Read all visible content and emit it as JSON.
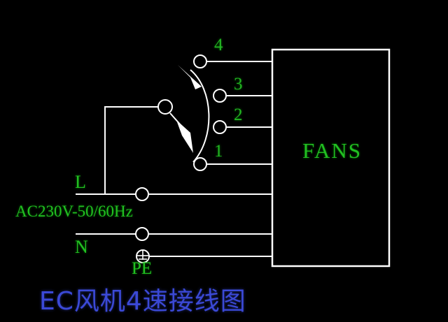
{
  "diagram": {
    "title": "EC风机4速接线图",
    "title_color": "#3b49d6",
    "background_color": "#000000",
    "wire_color": "#ffffff",
    "label_color": "#22c022",
    "load_box": {
      "label": "FANS"
    },
    "supply": {
      "rating_label": "AC230V-50/60Hz",
      "line_label": "L",
      "neutral_label": "N",
      "ground_label": "PE",
      "ground_icon": "earth-ground-icon"
    },
    "selector_switch": {
      "type": "rotary-4-position-selector",
      "pivot_icon": "switch-pivot-icon",
      "blade_icon": "switch-blade-icon",
      "rotation_icon": "rotation-arc-arrow-icon",
      "selected_position": "1",
      "positions": [
        {
          "label": "4",
          "terminal_icon": "terminal-node-icon"
        },
        {
          "label": "3",
          "terminal_icon": "terminal-node-icon"
        },
        {
          "label": "2",
          "terminal_icon": "terminal-node-icon"
        },
        {
          "label": "1",
          "terminal_icon": "terminal-node-icon"
        }
      ]
    },
    "supply_terminals": [
      {
        "name": "line-terminal",
        "icon": "terminal-node-icon"
      },
      {
        "name": "neutral-terminal",
        "icon": "terminal-node-icon"
      }
    ]
  }
}
